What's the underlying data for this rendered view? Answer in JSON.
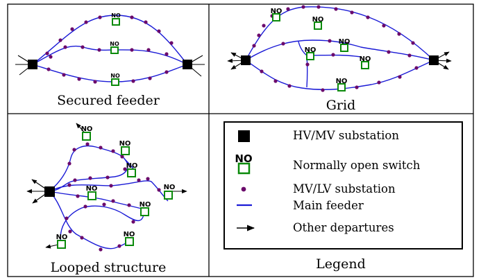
{
  "panels": {
    "secured_feeder": {
      "caption": "Secured feeder",
      "switch_label": "NO"
    },
    "grid": {
      "caption": "Grid",
      "switch_label": "NO"
    },
    "looped_structure": {
      "caption": "Looped structure",
      "switch_label": "NO"
    },
    "legend": {
      "caption": "Legend"
    }
  },
  "legend_items": {
    "hv_mv": "HV/MV substation",
    "switch": "Normally open switch",
    "switch_symbol_text": "NO",
    "mv_lv": "MV/LV substation",
    "feeder": "Main feeder",
    "departures": "Other departures"
  },
  "colors": {
    "feeder": "#1a1ad6",
    "switch": "#0a8a0a",
    "mv_lv_substation": "#6b0a6b",
    "hv_mv_substation": "#000000"
  }
}
